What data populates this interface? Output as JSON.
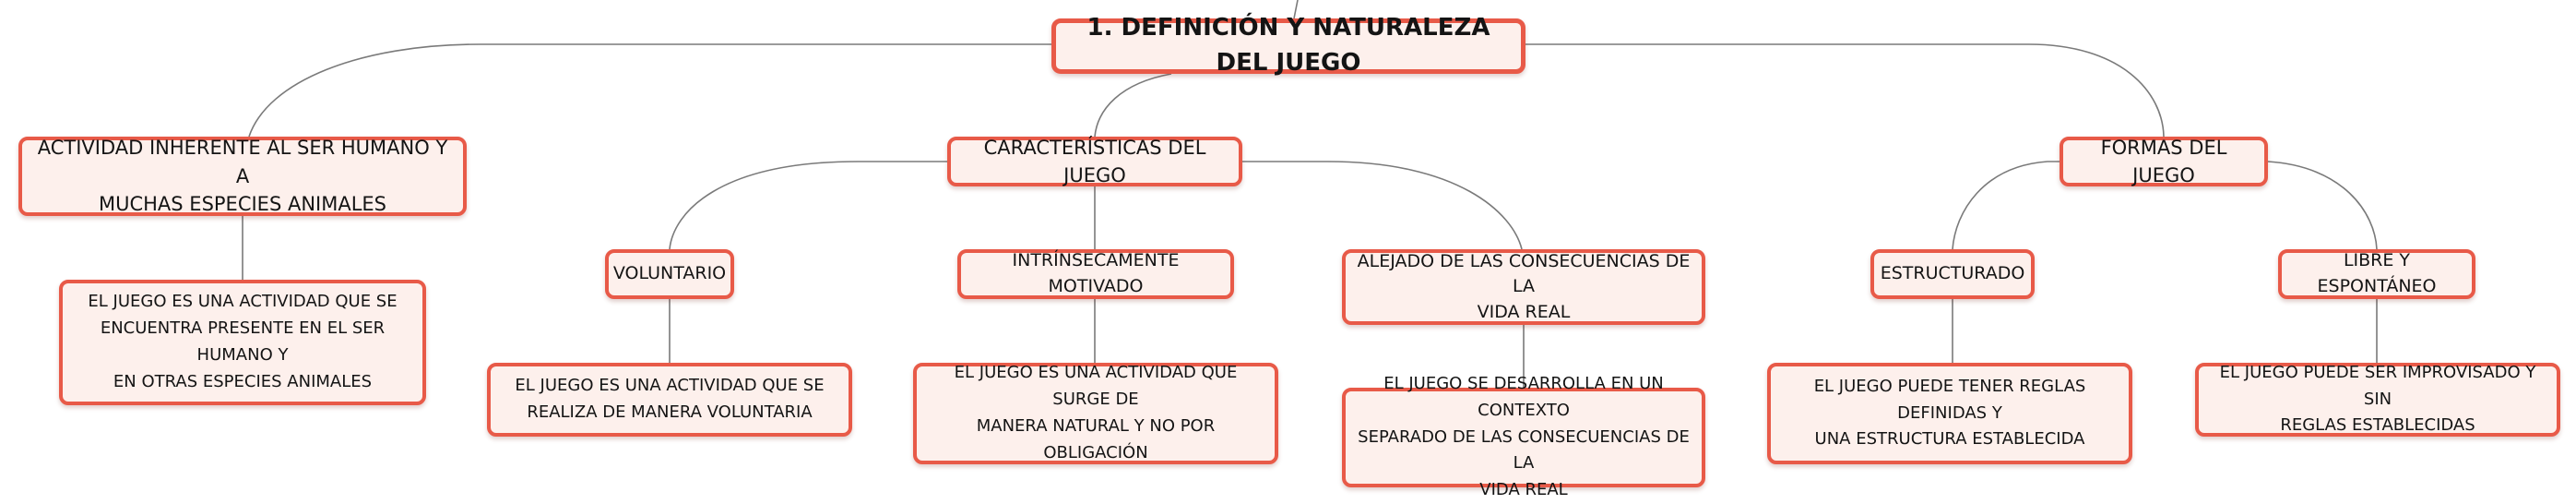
{
  "root": {
    "lines": [
      "1. DEFINICIÓN Y NATURALEZA DEL JUEGO"
    ]
  },
  "actividad": {
    "lines": [
      "ACTIVIDAD INHERENTE AL SER HUMANO Y A",
      "MUCHAS ESPECIES ANIMALES"
    ],
    "leaf": [
      "EL JUEGO ES UNA ACTIVIDAD QUE SE",
      "ENCUENTRA PRESENTE EN EL SER HUMANO Y",
      "EN OTRAS ESPECIES ANIMALES"
    ]
  },
  "caracteristicas": {
    "lines": [
      "CARACTERÍSTICAS DEL JUEGO"
    ],
    "voluntario": {
      "lines": [
        "VOLUNTARIO"
      ],
      "leaf": [
        "EL JUEGO ES UNA ACTIVIDAD QUE SE",
        "REALIZA DE MANERA VOLUNTARIA"
      ]
    },
    "intrinseco": {
      "lines": [
        "INTRÍNSECAMENTE MOTIVADO"
      ],
      "leaf": [
        "EL JUEGO ES UNA ACTIVIDAD QUE SURGE DE",
        "MANERA NATURAL Y NO POR OBLIGACIÓN"
      ]
    },
    "alejado": {
      "lines": [
        "ALEJADO DE LAS CONSECUENCIAS DE LA",
        "VIDA REAL"
      ],
      "leaf": [
        "EL JUEGO SE DESARROLLA EN UN CONTEXTO",
        "SEPARADO DE LAS CONSECUENCIAS DE LA",
        "VIDA REAL"
      ]
    }
  },
  "formas": {
    "lines": [
      "FORMAS DEL JUEGO"
    ],
    "estructurado": {
      "lines": [
        "ESTRUCTURADO"
      ],
      "leaf": [
        "EL JUEGO PUEDE TENER REGLAS DEFINIDAS Y",
        "UNA ESTRUCTURA ESTABLECIDA"
      ]
    },
    "libre": {
      "lines": [
        "LIBRE Y ESPONTÁNEO"
      ],
      "leaf": [
        "EL JUEGO PUEDE SER IMPROVISADO Y SIN",
        "REGLAS ESTABLECIDAS"
      ]
    }
  },
  "colors": {
    "border": "#e85a48",
    "fill": "#fdf0ec",
    "connector": "#7a7a7a",
    "text": "#141414"
  }
}
